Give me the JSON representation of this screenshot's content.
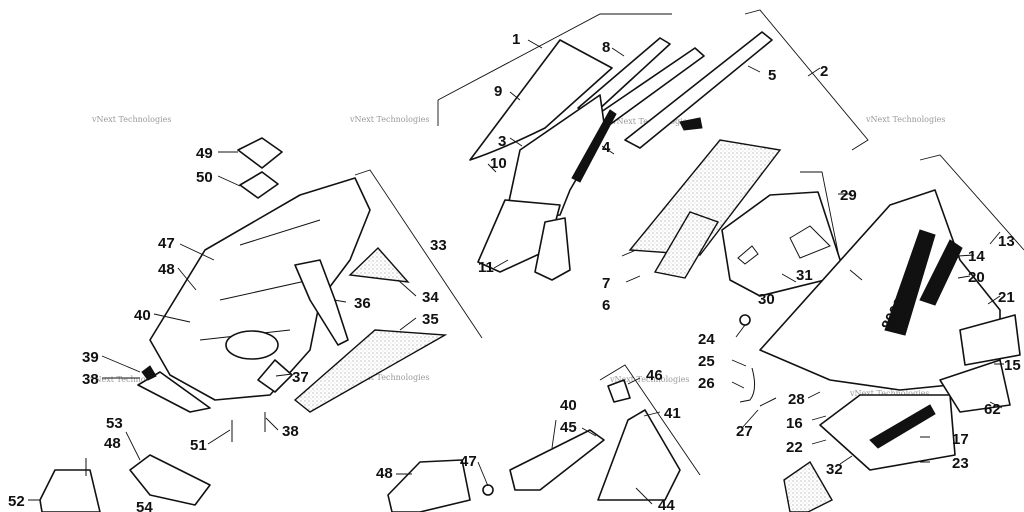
{
  "watermark": "vNext Technologies",
  "callouts": [
    "1",
    "2",
    "3",
    "4",
    "5",
    "6",
    "7",
    "8",
    "9",
    "10",
    "11",
    "13",
    "14",
    "15",
    "16",
    "17",
    "20",
    "21",
    "22",
    "23",
    "24",
    "25",
    "26",
    "27",
    "28",
    "29",
    "30",
    "31",
    "32",
    "33",
    "34",
    "35",
    "36",
    "37",
    "38",
    "39",
    "40",
    "41",
    "44",
    "45",
    "46",
    "47",
    "48",
    "49",
    "50",
    "51",
    "52",
    "53",
    "54",
    "62"
  ],
  "decal_text": {
    "model": "8000"
  }
}
